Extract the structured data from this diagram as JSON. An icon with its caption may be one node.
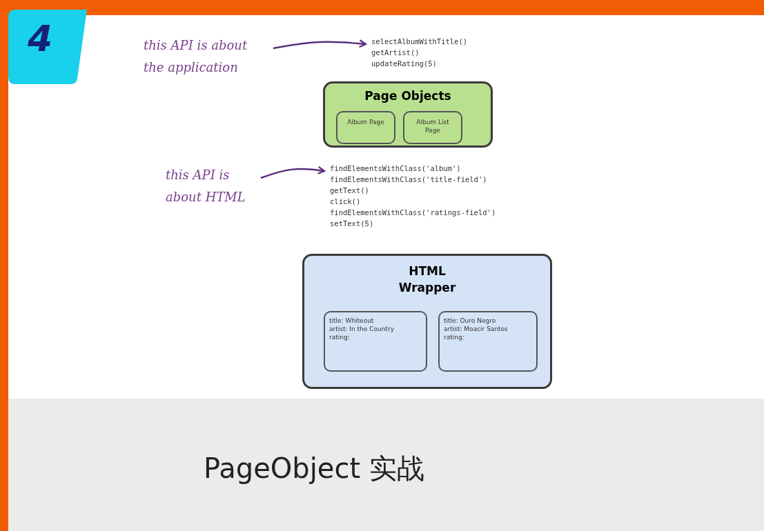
{
  "diagram": {
    "caption": "PageObject 实战",
    "nodes": [
      {
        "text": [
          "this API is about the application"
        ]
      },
      {
        "text": [
          "selectAlbumWithTitle()",
          "getArtist()",
          "updateRating(5)"
        ]
      },
      {
        "text": [
          "Page Objects"
        ]
      },
      {
        "text": [
          "Album Page"
        ],
        "in": 2
      },
      {
        "text": [
          "Album List Page"
        ],
        "in": 2
      },
      {
        "text": [
          "this API is about HTML"
        ]
      },
      {
        "text": [
          "findElementsWithClass('album')",
          "findElementsWithClass('title-field')",
          "getText()",
          "click()",
          "findElementsWithClass('ratings-field')",
          "setText(5)"
        ]
      },
      {
        "text": [
          "HTML Wrapper"
        ]
      },
      {
        "text": [
          "title: Whiteout",
          "artist: In the Country",
          "rating:"
        ],
        "in": 7
      },
      {
        "text": [
          "title: Ouro Negro",
          "artist: Moacir Santos",
          "rating:"
        ],
        "in": 7
      }
    ],
    "edges": [
      {
        "from": 0,
        "to": 1,
        "arrow": "to"
      },
      {
        "from": 5,
        "to": 6,
        "arrow": "to"
      }
    ],
    "labels": [
      "4"
    ]
  }
}
